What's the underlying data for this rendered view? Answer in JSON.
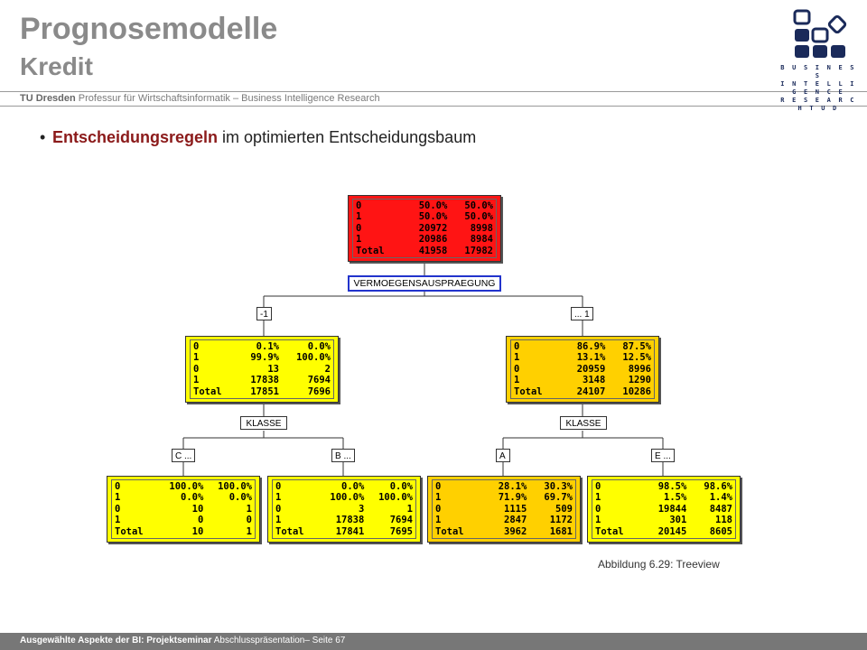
{
  "header": {
    "title": "Prognosemodelle",
    "subtitle": "Kredit",
    "org_bold": "TU Dresden",
    "org_rest": " Professur für Wirtschaftsinformatik – Business Intelligence Research",
    "logo_text": [
      "B U S I N E S S",
      "I N T E L L I G E N C E",
      "R E S E A R C H  T U D"
    ]
  },
  "bullet": {
    "strong": "Entscheidungsregeln",
    "rest": " im optimierten Entscheidungsbaum"
  },
  "tree": {
    "root": {
      "rows": [
        [
          "0",
          "50.0%",
          "50.0%"
        ],
        [
          "1",
          "50.0%",
          "50.0%"
        ],
        [
          "0",
          "20972",
          "8998"
        ],
        [
          "1",
          "20986",
          "8984"
        ],
        [
          "Total",
          "41958",
          "17982"
        ]
      ]
    },
    "root_split": "VERMOEGENSAUSPRAEGUNG",
    "left_branch": "-1",
    "right_branch": "... 1",
    "left": {
      "rows": [
        [
          "0",
          "0.1%",
          "0.0%"
        ],
        [
          "1",
          "99.9%",
          "100.0%"
        ],
        [
          "0",
          "13",
          "2"
        ],
        [
          "1",
          "17838",
          "7694"
        ],
        [
          "Total",
          "17851",
          "7696"
        ]
      ]
    },
    "right": {
      "rows": [
        [
          "0",
          "86.9%",
          "87.5%"
        ],
        [
          "1",
          "13.1%",
          "12.5%"
        ],
        [
          "0",
          "20959",
          "8996"
        ],
        [
          "1",
          "3148",
          "1290"
        ],
        [
          "Total",
          "24107",
          "10286"
        ]
      ]
    },
    "left_split": "KLASSE",
    "right_split": "KLASSE",
    "ll_branch": "C ...",
    "lr_branch": "B ...",
    "rl_branch": "A",
    "rr_branch": "E ...",
    "ll": {
      "rows": [
        [
          "0",
          "100.0%",
          "100.0%"
        ],
        [
          "1",
          "0.0%",
          "0.0%"
        ],
        [
          "0",
          "10",
          "1"
        ],
        [
          "1",
          "0",
          "0"
        ],
        [
          "Total",
          "10",
          "1"
        ]
      ]
    },
    "lr": {
      "rows": [
        [
          "0",
          "0.0%",
          "0.0%"
        ],
        [
          "1",
          "100.0%",
          "100.0%"
        ],
        [
          "0",
          "3",
          "1"
        ],
        [
          "1",
          "17838",
          "7694"
        ],
        [
          "Total",
          "17841",
          "7695"
        ]
      ]
    },
    "rl": {
      "rows": [
        [
          "0",
          "28.1%",
          "30.3%"
        ],
        [
          "1",
          "71.9%",
          "69.7%"
        ],
        [
          "0",
          "1115",
          "509"
        ],
        [
          "1",
          "2847",
          "1172"
        ],
        [
          "Total",
          "3962",
          "1681"
        ]
      ]
    },
    "rr": {
      "rows": [
        [
          "0",
          "98.5%",
          "98.6%"
        ],
        [
          "1",
          "1.5%",
          "1.4%"
        ],
        [
          "0",
          "19844",
          "8487"
        ],
        [
          "1",
          "301",
          "118"
        ],
        [
          "Total",
          "20145",
          "8605"
        ]
      ]
    }
  },
  "caption": "Abbildung 6.29: Treeview",
  "footer": {
    "bold": "Ausgewählte Aspekte der BI: Projektseminar",
    "rest": " Abschlusspräsentation– Seite 67"
  },
  "colors": {
    "root": "#ff1414",
    "pure": "#ffff00",
    "mixed": "#ffd000",
    "split_border": "#2233cc"
  }
}
